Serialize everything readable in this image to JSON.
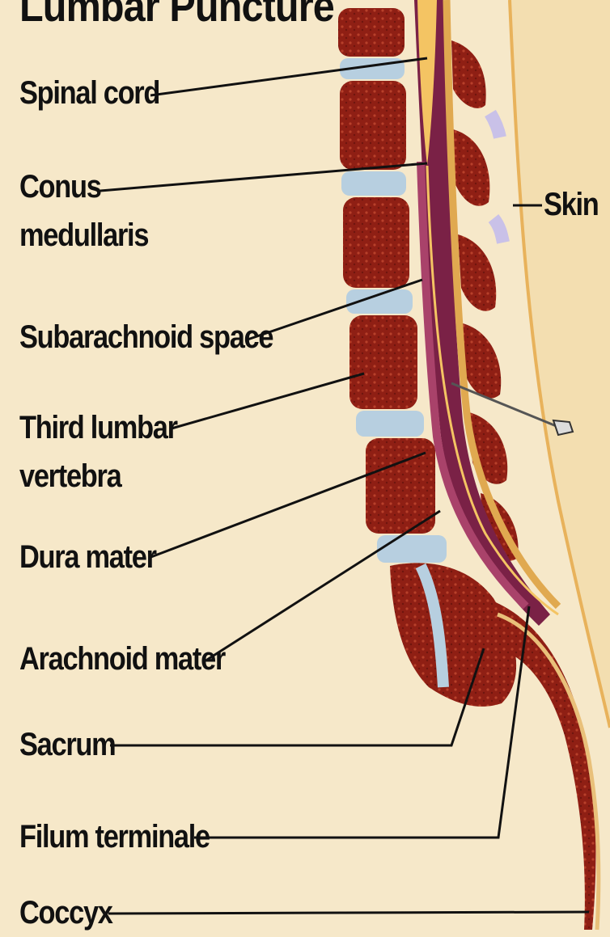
{
  "title": "Lumbar Puncture",
  "labels": {
    "spinal_cord": "Spinal cord",
    "conus_1": "Conus",
    "conus_2": "medullaris",
    "subarachnoid": "Subarachnoid space",
    "third_lumbar_1": "Third lumbar",
    "third_lumbar_2": "vertebra",
    "dura": "Dura mater",
    "arachnoid": "Arachnoid mater",
    "sacrum": "Sacrum",
    "filum": "Filum terminale",
    "coccyx": "Coccyx",
    "skin": "Skin"
  },
  "colors": {
    "background": "#f6e8c9",
    "bone": "#8f1f14",
    "disc": "#b7cfe0",
    "dura_sheath": "#7a2146",
    "cord": "#f4c463",
    "skin_line": "#e8b25b"
  }
}
